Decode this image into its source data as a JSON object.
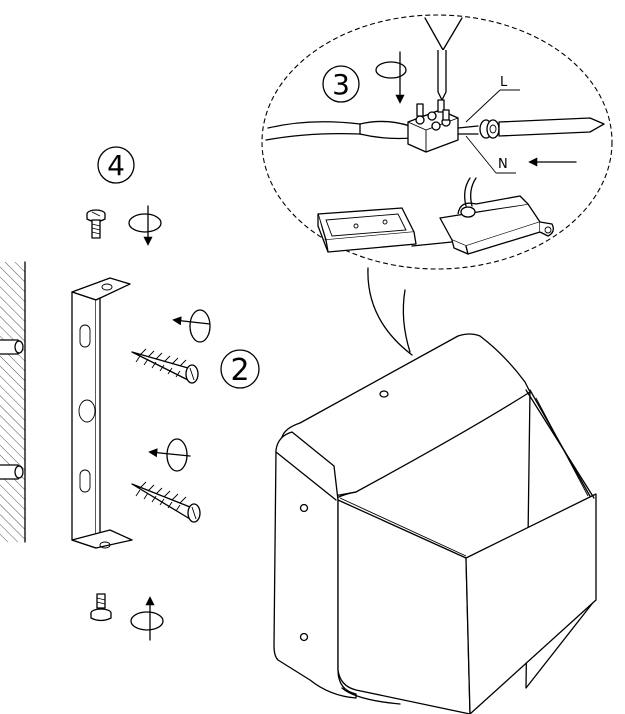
{
  "steps": {
    "step2": "2",
    "step3": "3",
    "step4": "4"
  },
  "wire_labels": {
    "live": "L",
    "neutral": "N"
  },
  "colors": {
    "line": "#000000",
    "background": "#ffffff",
    "hatch": "#555555"
  }
}
